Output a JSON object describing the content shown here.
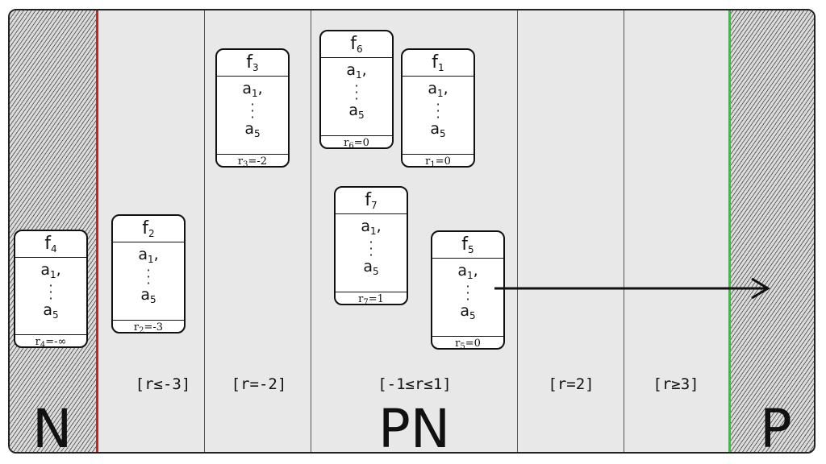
{
  "zones": {
    "left_label": "N",
    "middle_label": "PN",
    "right_label": "P"
  },
  "ranges": [
    "[r≤-3]",
    "[r=-2]",
    "[-1≤r≤1]",
    "[r=2]",
    "[r≥3]"
  ],
  "cards": [
    {
      "id": "f4",
      "title": "f",
      "title_sub": "4",
      "item_first": "a",
      "item_first_sub": "1",
      "item_last": "a",
      "item_last_sub": "5",
      "rank": "r",
      "rank_sub": "4",
      "rank_value": "=-∞"
    },
    {
      "id": "f2",
      "title": "f",
      "title_sub": "2",
      "item_first": "a",
      "item_first_sub": "1",
      "item_last": "a",
      "item_last_sub": "5",
      "rank": "r",
      "rank_sub": "2",
      "rank_value": "=-3"
    },
    {
      "id": "f3",
      "title": "f",
      "title_sub": "3",
      "item_first": "a",
      "item_first_sub": "1",
      "item_last": "a",
      "item_last_sub": "5",
      "rank": "r",
      "rank_sub": "3",
      "rank_value": "=-2"
    },
    {
      "id": "f6",
      "title": "f",
      "title_sub": "6",
      "item_first": "a",
      "item_first_sub": "1",
      "item_last": "a",
      "item_last_sub": "5",
      "rank": "r",
      "rank_sub": "6",
      "rank_value": "=0"
    },
    {
      "id": "f1",
      "title": "f",
      "title_sub": "1",
      "item_first": "a",
      "item_first_sub": "1",
      "item_last": "a",
      "item_last_sub": "5",
      "rank": "r",
      "rank_sub": "1",
      "rank_value": "=0"
    },
    {
      "id": "f7",
      "title": "f",
      "title_sub": "7",
      "item_first": "a",
      "item_first_sub": "1",
      "item_last": "a",
      "item_last_sub": "5",
      "rank": "r",
      "rank_sub": "7",
      "rank_value": "=1"
    },
    {
      "id": "f5",
      "title": "f",
      "title_sub": "5",
      "item_first": "a",
      "item_first_sub": "1",
      "item_last": "a",
      "item_last_sub": "5",
      "rank": "r",
      "rank_sub": "5",
      "rank_value": "=0"
    }
  ],
  "colors": {
    "negative_boundary": "#d21f1f",
    "positive_boundary": "#22d022"
  }
}
